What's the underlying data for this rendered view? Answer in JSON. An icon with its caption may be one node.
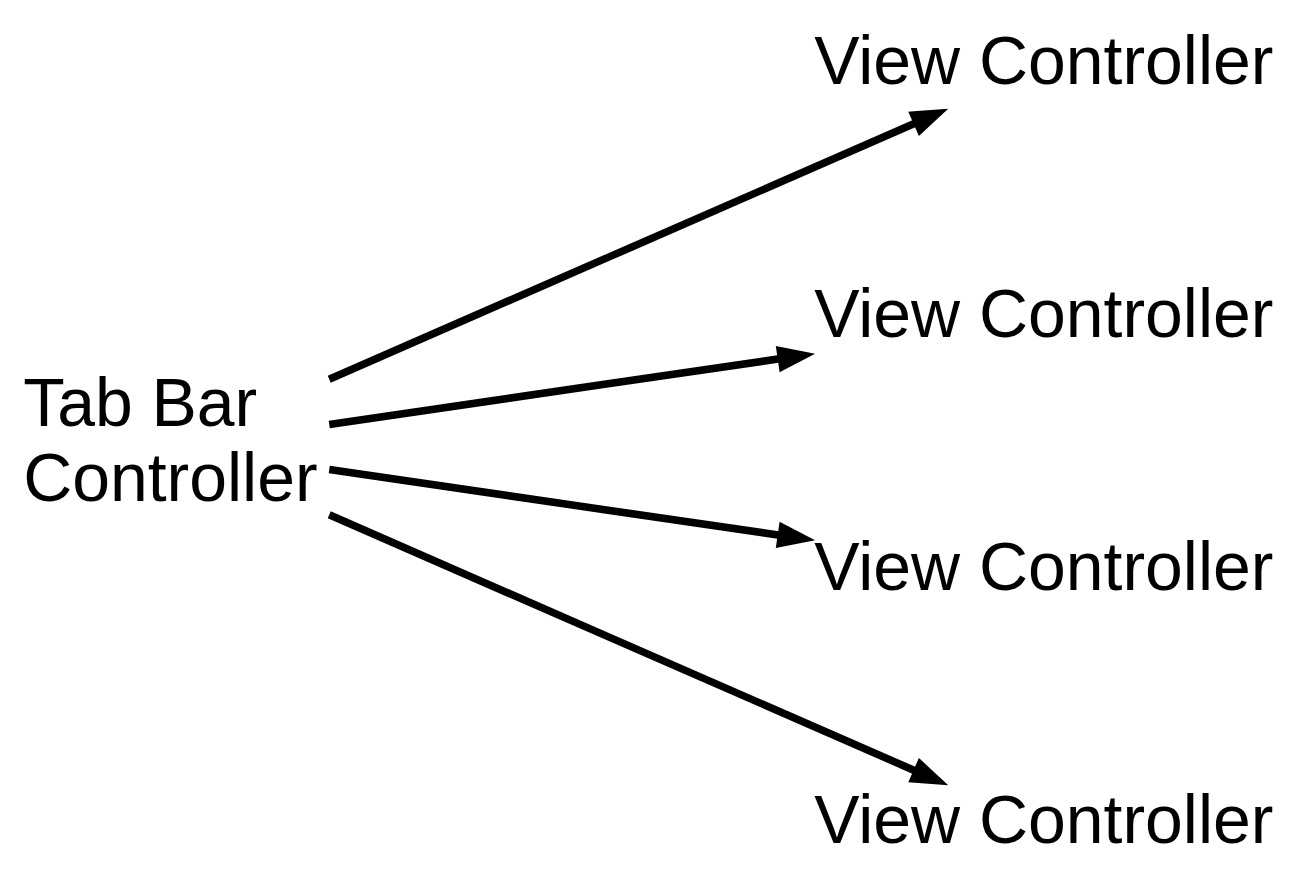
{
  "diagram": {
    "nodes": [
      {
        "text": [
          "Tab Bar Controller"
        ]
      },
      {
        "text": [
          "View Controller"
        ]
      },
      {
        "text": [
          "View Controller"
        ]
      },
      {
        "text": [
          "View Controller"
        ]
      },
      {
        "text": [
          "View Controller"
        ]
      }
    ],
    "edges": [
      {
        "from": 0,
        "to": 1,
        "arrow": "to"
      },
      {
        "from": 0,
        "to": 2,
        "arrow": "to"
      },
      {
        "from": 0,
        "to": 3,
        "arrow": "to"
      },
      {
        "from": 0,
        "to": 4,
        "arrow": "to"
      }
    ]
  }
}
